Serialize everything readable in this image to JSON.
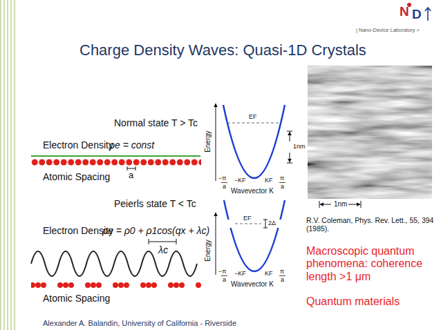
{
  "diagram": {
    "title": "Charge Density Waves: Quasi-1D Crystals",
    "labels": [
      "N",
      "D",
      "| Nano-Device Laboratory >",
      "Normal state T > Tc",
      "Electron Density",
      "ρe = const",
      "a",
      "Atomic Spacing",
      "Energy",
      "EF",
      "−π",
      "a",
      "−KF",
      "KF",
      "π",
      "a",
      "Wavevector K",
      "1nm",
      "1nm",
      "R.V. Coleman, Phys. Rev. Lett., 55, 394 (1985).",
      "Peierls state T < Tc",
      "Electron Density",
      "ρe = ρ0 + ρ1cos(qx + λc)",
      "λc",
      "Atomic Spacing",
      "Energy",
      "EF",
      "2Δ",
      "−π",
      "a",
      "−KF",
      "KF",
      "π",
      "a",
      "Wavevector K",
      "Macroscopic quantum phenomena: coherence length >1 μm",
      "Quantum materials",
      "Alexander A. Balandin, University of California - Riverside"
    ]
  }
}
